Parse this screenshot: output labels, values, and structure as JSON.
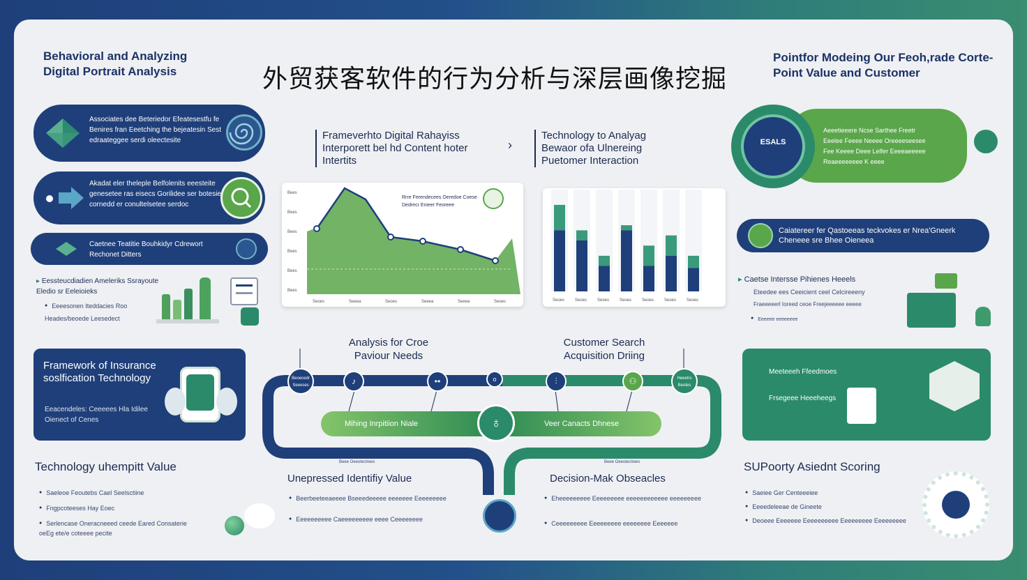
{
  "header": {
    "left_title": "Behavioral and Analyzing Digital Portrait Analysis",
    "main_title": "外贸获客软件的行为分析与深层画像挖掘",
    "right_title": "Pointfor Modeing Our Feoh,rade Corte-Point Value and Customer"
  },
  "left_column": {
    "pill1": "Associates dee Beteriedor Efeatesestfu fe Benires fran Eeetching the bejeatesin Sest edraateggee serdi oleectesite",
    "pill2": "Akadat eler theleple Belfolenits eeesteite genesetee ras eisecs Gorilidee ser botesie cornedd er conultelsetee serdoc",
    "pill3": "Caetnee Teatitie Bouhkidyr Cdrewort Rechonet Ditters",
    "section1": {
      "heading": "Eessteucdiadien Ameleriks Ssrayoute Eledio sr Eeleioieks",
      "line1": "Eeeesonen Iteddacies Roo",
      "line2": "Heades/beoede Leesedect"
    },
    "framework_box": {
      "title": "Framework of Insurance soslfication Technology",
      "desc": "Eeacendeles: Ceeeees Hla Idilee Oienect of Cenes"
    },
    "tech_value": {
      "title": "Technology uhempitt Value",
      "items": [
        "Saeleoe Feoutebs Cael Seelsctiine",
        "Fngpcoteeses Hay Eoec",
        "Serlencase Oneracneeed ceede Eared Consaterie oeEg ete/e coteeee pecite"
      ]
    }
  },
  "middle": {
    "framework_label": "Frameverhto Digital Rahayiss Interporett bel hd Content hoter Intertits",
    "tech_label": "Technology to Analyag Bewaor ofa Ulnereing Puetomer Interaction",
    "line_chart": {
      "legend": "Rrre Ferendecees Oeredoe Coese Dedrecr Enieer Feoreee",
      "x_labels": [
        "Seoes",
        "Seeea",
        "Seoes",
        "Seeea",
        "Seeea",
        "Seoes"
      ],
      "y_labels": [
        "Bees",
        "Bees",
        "Bees",
        "Bees",
        "Bees",
        "Bees"
      ]
    },
    "bar_chart": {
      "x_labels": [
        "Seoes",
        "Seoes",
        "Seoes",
        "Seoes",
        "Seoes",
        "Seoes",
        "Seoes"
      ]
    },
    "flow": {
      "label_left": "Analysis for Croe Paviour Needs",
      "label_right": "Customer Search Acquisition Driing",
      "green_left": "Mihing Inrpitiion Niale",
      "green_right": "Veer Canacts Dhnese",
      "bottom_left_title": "Unepressed Identifiy Value",
      "bottom_right_title": "Decision-Mak Obseacles",
      "node_left_label": "Beoecedr Seeeses",
      "node_right_label": "Heeetrs Beotes",
      "bl_items": [
        "Beerbeeteeaeeee Bseeedeeeee eeeeeee Eeeeeeeee",
        "Eeeeeeeeee Caeeeeeeeee eeee Ceeeeeeee"
      ],
      "br_items": [
        "Eheeeeeeeee Eeeeeeeee eeeeeeeeeeee eeeeeeeee",
        "Ceeeeeeeee Eeeeeeeee eeeeeeee Eeeeeee"
      ],
      "tiny_left": "Beee Oeeoteclrees",
      "tiny_right": "Beee Oeeoteclrees"
    }
  },
  "right_column": {
    "ring_label": "ESALS",
    "ring_items": [
      "Aeeetieeere Ncse Sarthee Freetr",
      "Eeelee Feeee Neeee Oreeeeseesee",
      "Fee Keeee Deee Lelfer Eeeeaeeeee",
      "Reaeeeeeeee K eeee"
    ],
    "navy_pill": "Caiatereer fer Qastoeeas teckvokes er Nrea'Gneerk Cheneee sre Bhee Oieneea",
    "section": {
      "heading": "Caetse Intersse Pihienes Heeels",
      "sub": "Eteedee ees Ceeicient ceel Celcireeeny",
      "line1": "Fraeeeeerl Ioreed ceoe Freejeeeeee eeeee",
      "line2": "Eeeeee eeeeeeee"
    },
    "green_box": {
      "label1": "Meeteeeh Ffeedmoes",
      "label2": "Frsegeee Heeeheegs"
    },
    "support": {
      "title": "SUPoorty Asiednt Scoring",
      "items": [
        "Saeiee Ger Centeeeiee",
        "Eeeedeleeae de Gineete",
        "Deoeee Eeeeeee Eeeeeeeeee Eeeeeeeee Eeeeeeeee"
      ]
    }
  },
  "colors": {
    "navy": "#1f3f7a",
    "green": "#5aa64b",
    "teal": "#2b8a6a",
    "panel": "#eef0f3"
  }
}
